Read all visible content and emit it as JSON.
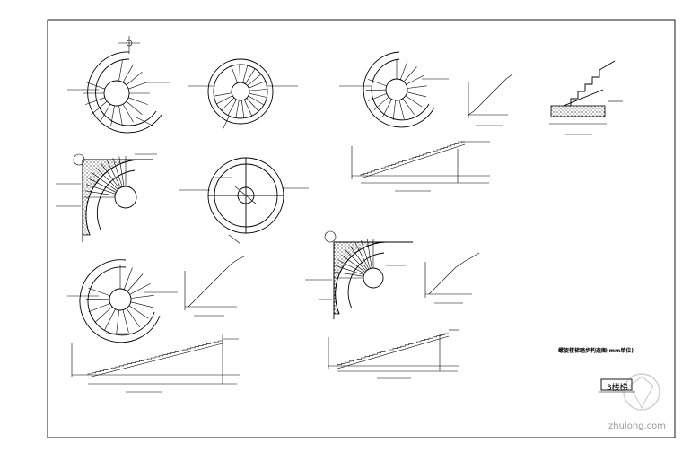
{
  "drawing": {
    "note": "螺旋楼梯踏步构造图(mm单位)",
    "sheet_number": "3楼梯",
    "watermark": "zhulong.com"
  }
}
